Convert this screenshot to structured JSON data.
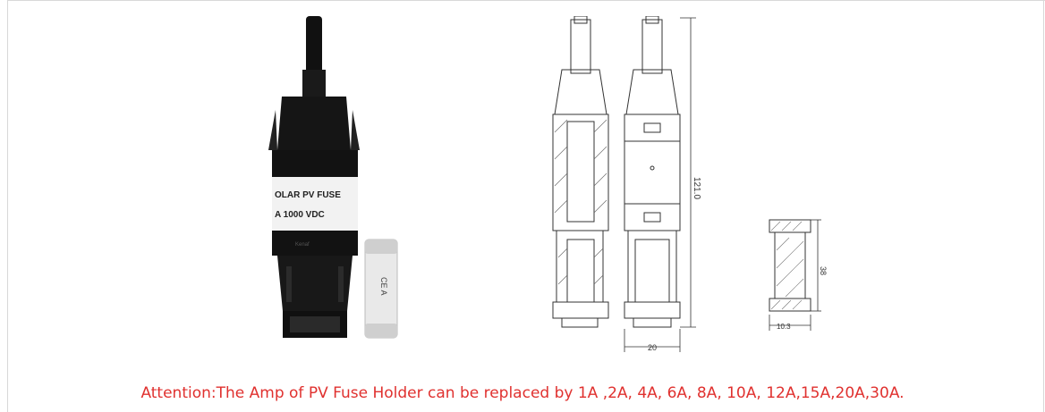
{
  "product_photo": {
    "label_lines": [
      "OLAR PV FUSE",
      "A    1000 VDC"
    ],
    "brand": "Kenaf"
  },
  "drawing": {
    "dim_height": "121.0",
    "dim_width": "20"
  },
  "fuse_drawing": {
    "dim_height": "38",
    "dim_width": "10.3"
  },
  "caption": "Attention:The Amp of PV Fuse Holder can be replaced by 1A ,2A, 4A, 6A, 8A, 10A, 12A,15A,20A,30A.",
  "colors": {
    "caption": "#e0312f",
    "frame": "#d8d8d8"
  }
}
